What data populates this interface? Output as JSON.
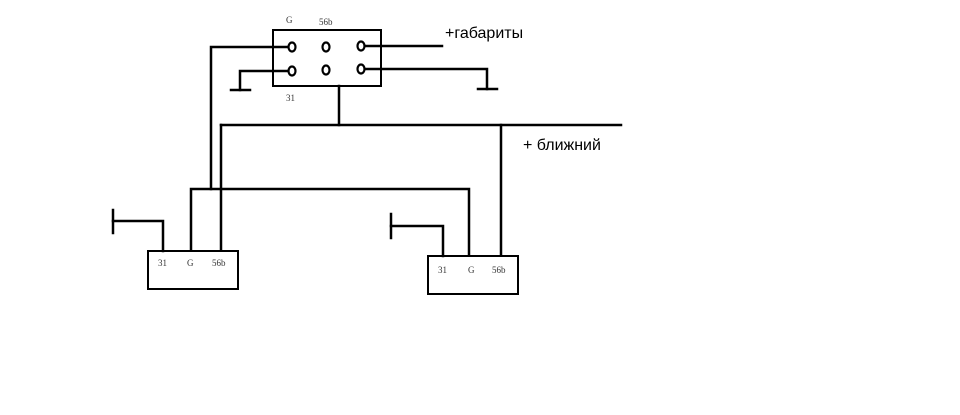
{
  "colors": {
    "line": "#000000",
    "background": "#ffffff",
    "pin_label": "#333333"
  },
  "switch": {
    "label_g": "G",
    "label_56b": "56b",
    "label_31": "31"
  },
  "supplies": {
    "parking_lights": "+габариты",
    "low_beam": "+ ближний"
  },
  "left_headlight": {
    "pin_31": "31",
    "pin_g": "G",
    "pin_56b": "56b"
  },
  "right_headlight": {
    "pin_31": "31",
    "pin_g": "G",
    "pin_56b": "56b"
  }
}
